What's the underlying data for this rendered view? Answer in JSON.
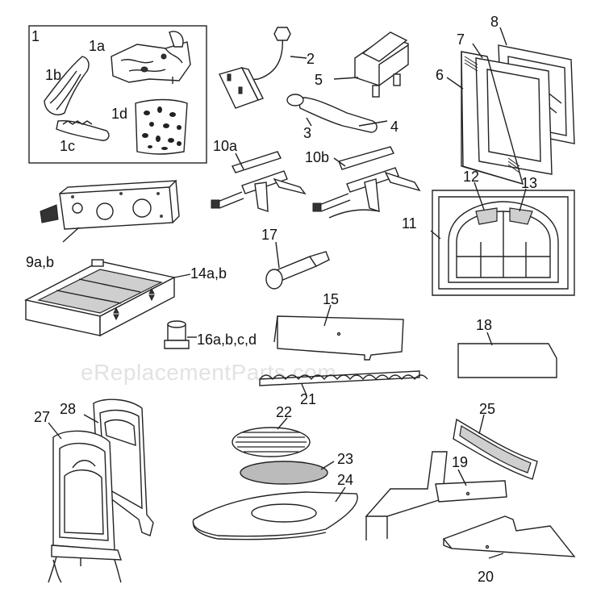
{
  "watermark": "eReplacementParts.com",
  "callouts": {
    "c1": "1",
    "c1a": "1a",
    "c1b": "1b",
    "c1c": "1c",
    "c1d": "1d",
    "c2": "2",
    "c3": "3",
    "c4": "4",
    "c5": "5",
    "c6": "6",
    "c7": "7",
    "c8": "8",
    "c9": "9a,b",
    "c10a": "10a",
    "c10b": "10b",
    "c11": "11",
    "c12": "12",
    "c13": "13",
    "c14": "14a,b",
    "c15": "15",
    "c16": "16a,b,c,d",
    "c17": "17",
    "c18": "18",
    "c19": "19",
    "c20": "20",
    "c21": "21",
    "c22": "22",
    "c23": "23",
    "c24": "24",
    "c25": "25",
    "c27": "27",
    "c28": "28"
  }
}
